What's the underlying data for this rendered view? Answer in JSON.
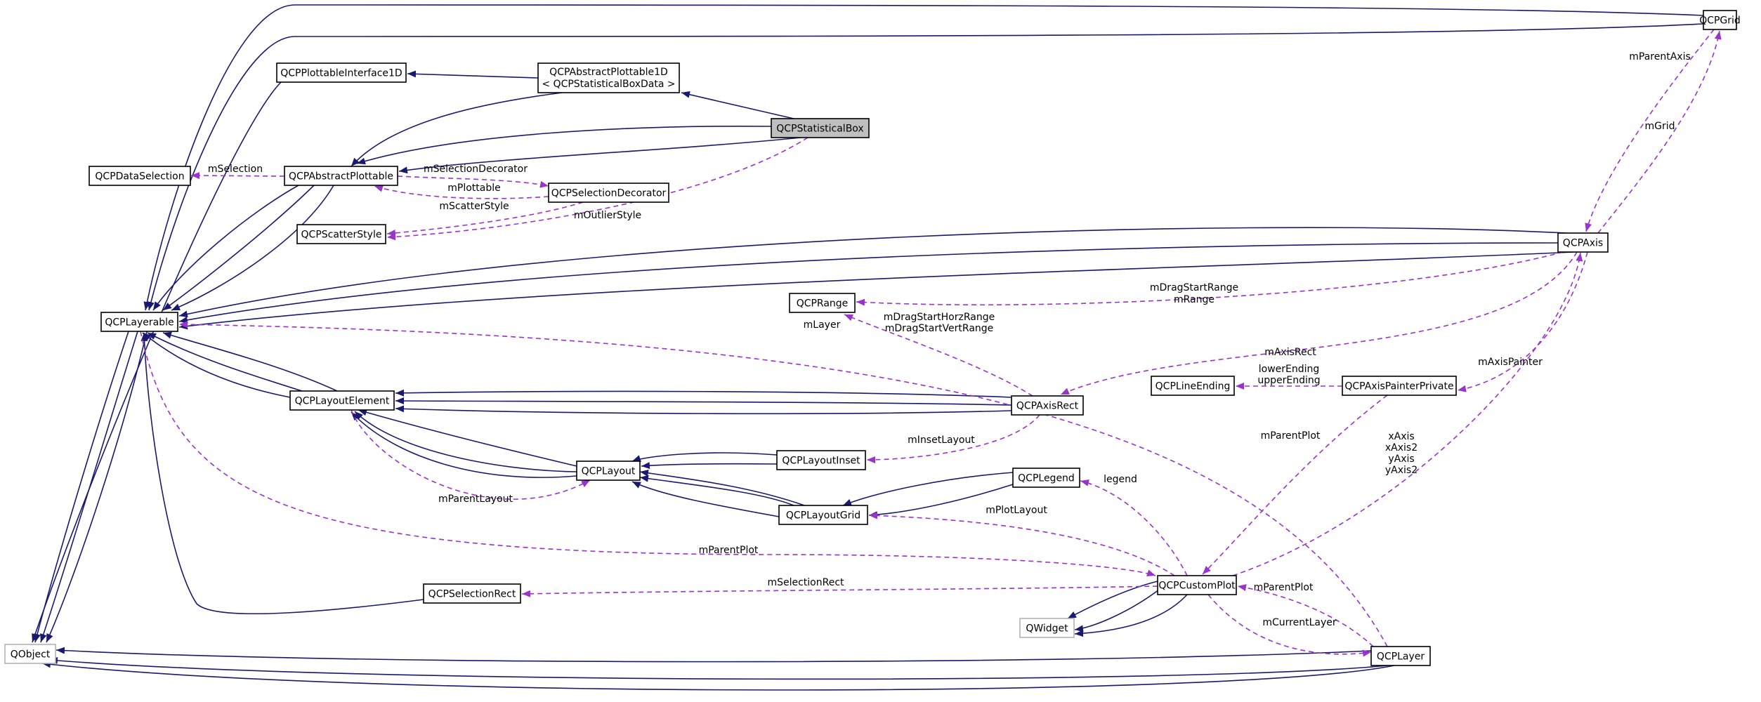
{
  "diagram": {
    "nodes": [
      {
        "id": "QCPGrid",
        "label": "QCPGrid"
      },
      {
        "id": "QCPPlottableInterface1D",
        "label": "QCPPlottableInterface1D"
      },
      {
        "id": "QCPAbstractPlottable1D",
        "label": "QCPAbstractPlottable1D",
        "label2": "< QCPStatisticalBoxData >"
      },
      {
        "id": "QCPStatisticalBox",
        "label": "QCPStatisticalBox",
        "highlighted": true
      },
      {
        "id": "QCPDataSelection",
        "label": "QCPDataSelection"
      },
      {
        "id": "QCPAbstractPlottable",
        "label": "QCPAbstractPlottable"
      },
      {
        "id": "QCPSelectionDecorator",
        "label": "QCPSelectionDecorator"
      },
      {
        "id": "QCPScatterStyle",
        "label": "QCPScatterStyle"
      },
      {
        "id": "QCPAxis",
        "label": "QCPAxis"
      },
      {
        "id": "QCPRange",
        "label": "QCPRange"
      },
      {
        "id": "QCPLayerable",
        "label": "QCPLayerable"
      },
      {
        "id": "QCPLineEnding",
        "label": "QCPLineEnding"
      },
      {
        "id": "QCPAxisPainterPrivate",
        "label": "QCPAxisPainterPrivate"
      },
      {
        "id": "QCPLayoutElement",
        "label": "QCPLayoutElement"
      },
      {
        "id": "QCPAxisRect",
        "label": "QCPAxisRect"
      },
      {
        "id": "QCPLayoutInset",
        "label": "QCPLayoutInset"
      },
      {
        "id": "QCPLayout",
        "label": "QCPLayout"
      },
      {
        "id": "QCPLegend",
        "label": "QCPLegend"
      },
      {
        "id": "QCPLayoutGrid",
        "label": "QCPLayoutGrid"
      },
      {
        "id": "QCPSelectionRect",
        "label": "QCPSelectionRect"
      },
      {
        "id": "QCPCustomPlot",
        "label": "QCPCustomPlot"
      },
      {
        "id": "QWidget",
        "label": "QWidget",
        "external": true
      },
      {
        "id": "QObject",
        "label": "QObject",
        "external": true
      },
      {
        "id": "QCPLayer",
        "label": "QCPLayer"
      }
    ],
    "edges": [
      {
        "id": "grid-layerable-1",
        "type": "inherit",
        "from": "QCPGrid",
        "to": "QCPLayerable"
      },
      {
        "id": "grid-layerable-2",
        "type": "inherit",
        "from": "QCPGrid",
        "to": "QCPLayerable"
      },
      {
        "id": "pi1d-object",
        "type": "inherit",
        "from": "QCPPlottableInterface1D",
        "to": "QObject"
      },
      {
        "id": "ap1d-pi1d",
        "type": "inherit",
        "from": "QCPAbstractPlottable1D",
        "to": "QCPPlottableInterface1D"
      },
      {
        "id": "ap1d-ap",
        "type": "inherit",
        "from": "QCPAbstractPlottable1D",
        "to": "QCPAbstractPlottable"
      },
      {
        "id": "sb-ap1d",
        "type": "inherit",
        "from": "QCPStatisticalBox",
        "to": "QCPAbstractPlottable1D"
      },
      {
        "id": "sb-ap-1",
        "type": "inherit",
        "from": "QCPStatisticalBox",
        "to": "QCPAbstractPlottable"
      },
      {
        "id": "sb-ap-2",
        "type": "inherit",
        "from": "QCPStatisticalBox",
        "to": "QCPAbstractPlottable"
      },
      {
        "id": "ap-layerable-1",
        "type": "inherit",
        "from": "QCPAbstractPlottable",
        "to": "QCPLayerable"
      },
      {
        "id": "ap-layerable-2",
        "type": "inherit",
        "from": "QCPAbstractPlottable",
        "to": "QCPLayerable"
      },
      {
        "id": "ap-layerable-3",
        "type": "inherit",
        "from": "QCPAbstractPlottable",
        "to": "QCPLayerable"
      },
      {
        "id": "axis-layerable-1",
        "type": "inherit",
        "from": "QCPAxis",
        "to": "QCPLayerable"
      },
      {
        "id": "axis-layerable-2",
        "type": "inherit",
        "from": "QCPAxis",
        "to": "QCPLayerable"
      },
      {
        "id": "axis-layerable-3",
        "type": "inherit",
        "from": "QCPAxis",
        "to": "QCPLayerable"
      },
      {
        "id": "layerable-object-1",
        "type": "inherit",
        "from": "QCPLayerable",
        "to": "QObject"
      },
      {
        "id": "layerable-object-2",
        "type": "inherit",
        "from": "QCPLayerable",
        "to": "QObject"
      },
      {
        "id": "layerable-object-3",
        "type": "inherit",
        "from": "QCPLayerable",
        "to": "QObject"
      },
      {
        "id": "le-layerable-1",
        "type": "inherit",
        "from": "QCPLayoutElement",
        "to": "QCPLayerable"
      },
      {
        "id": "le-layerable-2",
        "type": "inherit",
        "from": "QCPLayoutElement",
        "to": "QCPLayerable"
      },
      {
        "id": "le-layerable-3",
        "type": "inherit",
        "from": "QCPLayoutElement",
        "to": "QCPLayerable"
      },
      {
        "id": "ar-le-1",
        "type": "inherit",
        "from": "QCPAxisRect",
        "to": "QCPLayoutElement"
      },
      {
        "id": "ar-le-2",
        "type": "inherit",
        "from": "QCPAxisRect",
        "to": "QCPLayoutElement"
      },
      {
        "id": "ar-le-3",
        "type": "inherit",
        "from": "QCPAxisRect",
        "to": "QCPLayoutElement"
      },
      {
        "id": "layout-le-1",
        "type": "inherit",
        "from": "QCPLayout",
        "to": "QCPLayoutElement"
      },
      {
        "id": "layout-le-2",
        "type": "inherit",
        "from": "QCPLayout",
        "to": "QCPLayoutElement"
      },
      {
        "id": "layout-le-3",
        "type": "inherit",
        "from": "QCPLayout",
        "to": "QCPLayoutElement"
      },
      {
        "id": "li-layout-1",
        "type": "inherit",
        "from": "QCPLayoutInset",
        "to": "QCPLayout"
      },
      {
        "id": "li-layout-2",
        "type": "inherit",
        "from": "QCPLayoutInset",
        "to": "QCPLayout"
      },
      {
        "id": "lg-layout-1",
        "type": "inherit",
        "from": "QCPLayoutGrid",
        "to": "QCPLayout"
      },
      {
        "id": "lg-layout-2",
        "type": "inherit",
        "from": "QCPLayoutGrid",
        "to": "QCPLayout"
      },
      {
        "id": "lg-layout-3",
        "type": "inherit",
        "from": "QCPLayoutGrid",
        "to": "QCPLayout"
      },
      {
        "id": "legend-lg-1",
        "type": "inherit",
        "from": "QCPLegend",
        "to": "QCPLayoutGrid"
      },
      {
        "id": "legend-lg-2",
        "type": "inherit",
        "from": "QCPLegend",
        "to": "QCPLayoutGrid"
      },
      {
        "id": "sr-layerable",
        "type": "inherit",
        "from": "QCPSelectionRect",
        "to": "QCPLayerable"
      },
      {
        "id": "cp-widget-1",
        "type": "inherit",
        "from": "QCPCustomPlot",
        "to": "QWidget"
      },
      {
        "id": "cp-widget-2",
        "type": "inherit",
        "from": "QCPCustomPlot",
        "to": "QWidget"
      },
      {
        "id": "cp-widget-3",
        "type": "inherit",
        "from": "QCPCustomPlot",
        "to": "QWidget"
      },
      {
        "id": "layer-object-1",
        "type": "inherit",
        "from": "QCPLayer",
        "to": "QObject"
      },
      {
        "id": "layer-object-2",
        "type": "inherit",
        "from": "QCPLayer",
        "to": "QObject"
      },
      {
        "id": "layer-object-3",
        "type": "inherit",
        "from": "QCPLayer",
        "to": "QObject"
      },
      {
        "id": "ap-dataselection",
        "type": "usage",
        "from": "QCPAbstractPlottable",
        "to": "QCPDataSelection",
        "label": "mSelection"
      },
      {
        "id": "ap-selectiondecorator",
        "type": "usage",
        "from": "QCPAbstractPlottable",
        "to": "QCPSelectionDecorator",
        "label": "mSelectionDecorator"
      },
      {
        "id": "sd-ap",
        "type": "usage",
        "from": "QCPSelectionDecorator",
        "to": "QCPAbstractPlottable",
        "label": "mPlottable"
      },
      {
        "id": "sd-scatterstyle",
        "type": "usage",
        "from": "QCPSelectionDecorator",
        "to": "QCPScatterStyle",
        "label": "mScatterStyle"
      },
      {
        "id": "sb-scatterstyle",
        "type": "usage",
        "from": "QCPStatisticalBox",
        "to": "QCPScatterStyle",
        "label": "mOutlierStyle"
      },
      {
        "id": "grid-axis",
        "type": "usage",
        "from": "QCPGrid",
        "to": "QCPAxis",
        "label": "mParentAxis"
      },
      {
        "id": "axis-grid",
        "type": "usage",
        "from": "QCPAxis",
        "to": "QCPGrid",
        "label": "mGrid"
      },
      {
        "id": "axis-range",
        "type": "usage",
        "from": "QCPAxis",
        "to": "QCPRange",
        "label": "mDragStartRange",
        "label2": "mRange"
      },
      {
        "id": "ar-range",
        "type": "usage",
        "from": "QCPAxisRect",
        "to": "QCPRange",
        "label": "mDragStartHorzRange",
        "label2": "mDragStartVertRange"
      },
      {
        "id": "layer-layerable",
        "type": "usage",
        "from": "QCPLayer",
        "to": "QCPLayerable",
        "label": "mLayer"
      },
      {
        "id": "axis-axisrect",
        "type": "usage",
        "from": "QCPAxis",
        "to": "QCPAxisRect",
        "label": "mAxisRect"
      },
      {
        "id": "axis-painter",
        "type": "usage",
        "from": "QCPAxis",
        "to": "QCPAxisPainterPrivate",
        "label": "mAxisPainter"
      },
      {
        "id": "painter-lineending",
        "type": "usage",
        "from": "QCPAxisPainterPrivate",
        "to": "QCPLineEnding",
        "label": "lowerEnding",
        "label2": "upperEnding"
      },
      {
        "id": "ar-inset",
        "type": "usage",
        "from": "QCPAxisRect",
        "to": "QCPLayoutInset",
        "label": "mInsetLayout"
      },
      {
        "id": "le-layout",
        "type": "usage",
        "from": "QCPLayoutElement",
        "to": "QCPLayout",
        "label": "mParentLayout"
      },
      {
        "id": "painter-customplot",
        "type": "usage",
        "from": "QCPAxisPainterPrivate",
        "to": "QCPCustomPlot",
        "label": "mParentPlot"
      },
      {
        "id": "customplot-axis",
        "type": "usage",
        "from": "QCPCustomPlot",
        "to": "QCPAxis",
        "label": "xAxis",
        "label2": "xAxis2",
        "label3": "yAxis",
        "label4": "yAxis2"
      },
      {
        "id": "customplot-legend",
        "type": "usage",
        "from": "QCPCustomPlot",
        "to": "QCPLegend",
        "label": "legend"
      },
      {
        "id": "customplot-layoutgrid",
        "type": "usage",
        "from": "QCPCustomPlot",
        "to": "QCPLayoutGrid",
        "label": "mPlotLayout"
      },
      {
        "id": "layerable-customplot",
        "type": "usage",
        "from": "QCPLayerable",
        "to": "QCPCustomPlot",
        "label": "mParentPlot"
      },
      {
        "id": "customplot-selectionrect",
        "type": "usage",
        "from": "QCPCustomPlot",
        "to": "QCPSelectionRect",
        "label": "mSelectionRect"
      },
      {
        "id": "layer-customplot",
        "type": "usage",
        "from": "QCPLayer",
        "to": "QCPCustomPlot",
        "label": "mParentPlot"
      },
      {
        "id": "customplot-layer",
        "type": "usage",
        "from": "QCPCustomPlot",
        "to": "QCPLayer",
        "label": "mCurrentLayer"
      }
    ]
  },
  "colors": {
    "inheritance_edge": "#191970",
    "usage_edge": "#9a32cd",
    "highlighted_fill": "#bfbfbf",
    "external_border": "#b3b3b3"
  }
}
